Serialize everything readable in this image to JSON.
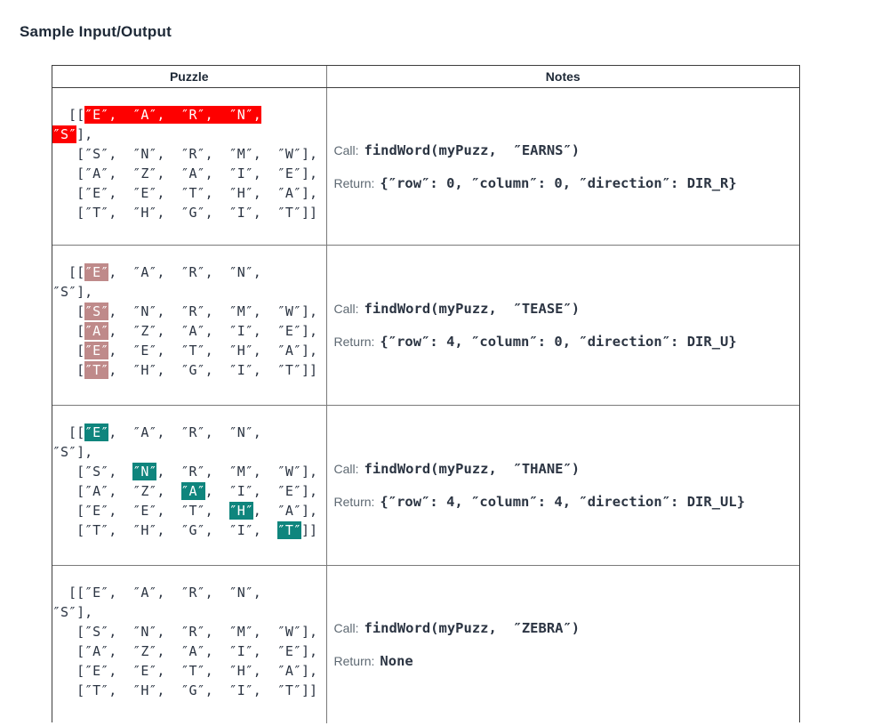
{
  "page_title": "Sample Input/Output",
  "colors": {
    "highlight_red": "#fe0000",
    "highlight_rose": "#bf8a8a",
    "highlight_teal": "#0f857d",
    "highlight_text": "#ffffff"
  },
  "table": {
    "headers": [
      "Puzzle",
      "Notes"
    ],
    "call_label": "Call:",
    "return_label": "Return:",
    "rows": [
      {
        "puzzle_lines": [
          [
            {
              "text": "  [["
            },
            {
              "text": "″E″,  ″A″,  ″R″,  ″N″,",
              "hl": "highlight_red"
            }
          ],
          [
            {
              "text": "″S″",
              "hl": "highlight_red"
            },
            {
              "text": "],"
            }
          ],
          [
            {
              "text": "   [″S″,  ″N″,  ″R″,  ″M″,  ″W″],"
            }
          ],
          [
            {
              "text": "   [″A″,  ″Z″,  ″A″,  ″I″,  ″E″],"
            }
          ],
          [
            {
              "text": "   [″E″,  ″E″,  ″T″,  ″H″,  ″A″],"
            }
          ],
          [
            {
              "text": "   [″T″,  ″H″,  ″G″,  ″I″,  ″T″]]"
            }
          ]
        ],
        "call_code": "findWord(myPuzz,  ″EARNS″)",
        "return_code": "{″row″: 0, ″column″: 0, ″direction″: DIR_R}"
      },
      {
        "puzzle_lines": [
          [
            {
              "text": "  [["
            },
            {
              "text": "″E″",
              "hl": "highlight_rose"
            },
            {
              "text": ",  ″A″,  ″R″,  ″N″,"
            }
          ],
          [
            {
              "text": "″S″],"
            }
          ],
          [
            {
              "text": "   ["
            },
            {
              "text": "″S″",
              "hl": "highlight_rose"
            },
            {
              "text": ",  ″N″,  ″R″,  ″M″,  ″W″],"
            }
          ],
          [
            {
              "text": "   ["
            },
            {
              "text": "″A″",
              "hl": "highlight_rose"
            },
            {
              "text": ",  ″Z″,  ″A″,  ″I″,  ″E″],"
            }
          ],
          [
            {
              "text": "   ["
            },
            {
              "text": "″E″",
              "hl": "highlight_rose"
            },
            {
              "text": ",  ″E″,  ″T″,  ″H″,  ″A″],"
            }
          ],
          [
            {
              "text": "   ["
            },
            {
              "text": "″T″",
              "hl": "highlight_rose"
            },
            {
              "text": ",  ″H″,  ″G″,  ″I″,  ″T″]]"
            }
          ]
        ],
        "call_code": "findWord(myPuzz,  ″TEASE″)",
        "return_code": "{″row″: 4, ″column″: 0, ″direction″: DIR_U}"
      },
      {
        "puzzle_lines": [
          [
            {
              "text": "  [["
            },
            {
              "text": "″E″",
              "hl": "highlight_teal"
            },
            {
              "text": ",  ″A″,  ″R″,  ″N″,"
            }
          ],
          [
            {
              "text": "″S″],"
            }
          ],
          [
            {
              "text": "   [″S″,  "
            },
            {
              "text": "″N″",
              "hl": "highlight_teal"
            },
            {
              "text": ",  ″R″,  ″M″,  ″W″],"
            }
          ],
          [
            {
              "text": "   [″A″,  ″Z″,  "
            },
            {
              "text": "″A″",
              "hl": "highlight_teal"
            },
            {
              "text": ",  ″I″,  ″E″],"
            }
          ],
          [
            {
              "text": "   [″E″,  ″E″,  ″T″,  "
            },
            {
              "text": "″H″",
              "hl": "highlight_teal"
            },
            {
              "text": ",  ″A″],"
            }
          ],
          [
            {
              "text": "   [″T″,  ″H″,  ″G″,  ″I″,  "
            },
            {
              "text": "″T″",
              "hl": "highlight_teal"
            },
            {
              "text": "]]"
            }
          ]
        ],
        "call_code": "findWord(myPuzz,  ″THANE″)",
        "return_code": "{″row″: 4, ″column″: 4, ″direction″: DIR_UL}"
      },
      {
        "puzzle_lines": [
          [
            {
              "text": "  [[″E″,  ″A″,  ″R″,  ″N″,"
            }
          ],
          [
            {
              "text": "″S″],"
            }
          ],
          [
            {
              "text": "   [″S″,  ″N″,  ″R″,  ″M″,  ″W″],"
            }
          ],
          [
            {
              "text": "   [″A″,  ″Z″,  ″A″,  ″I″,  ″E″],"
            }
          ],
          [
            {
              "text": "   [″E″,  ″E″,  ″T″,  ″H″,  ″A″],"
            }
          ],
          [
            {
              "text": "   [″T″,  ″H″,  ″G″,  ″I″,  ″T″]]"
            }
          ]
        ],
        "call_code": "findWord(myPuzz,  ″ZEBRA″)",
        "return_code": "None"
      }
    ]
  }
}
